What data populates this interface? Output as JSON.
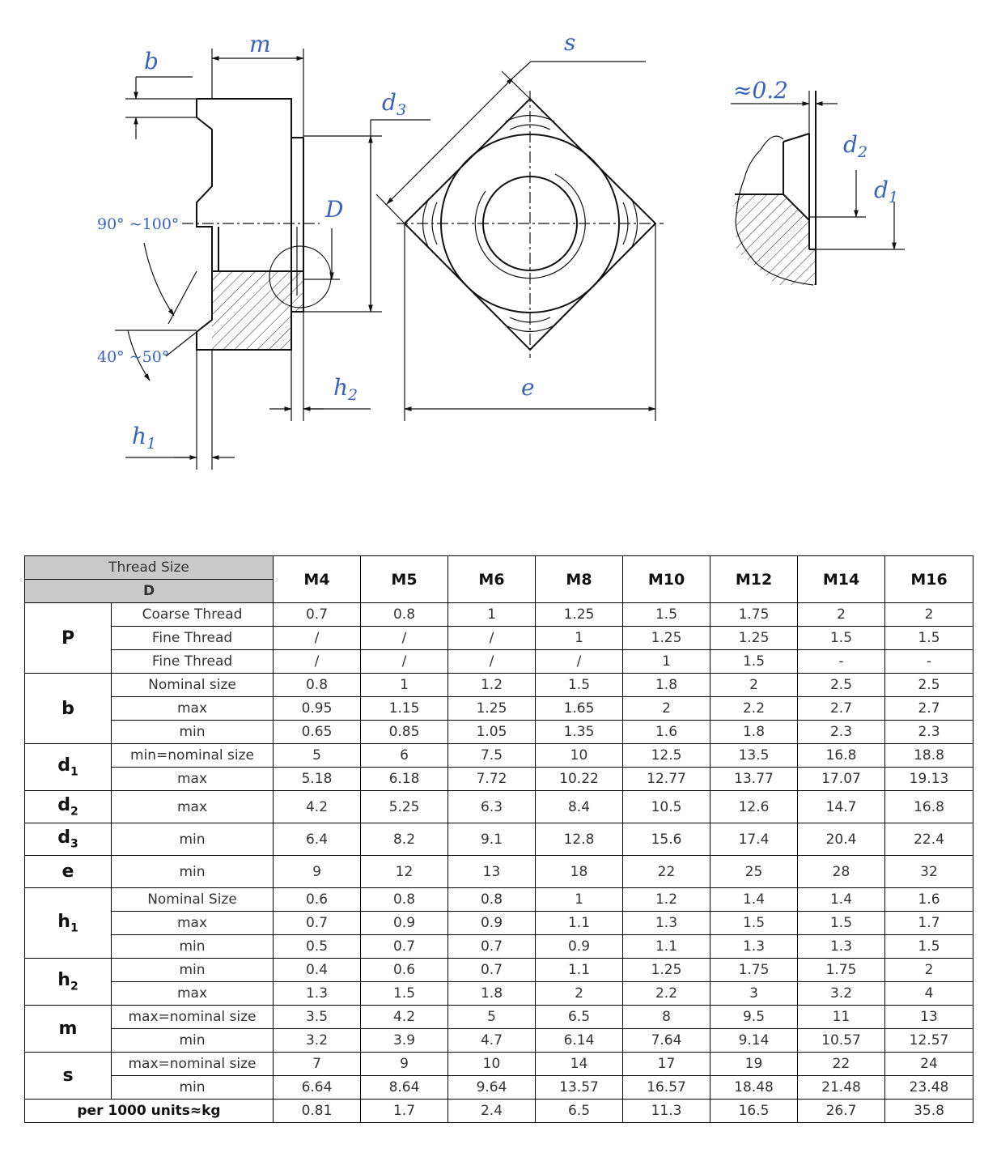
{
  "drawing": {
    "labels": {
      "m": "m",
      "b": "b",
      "s": "s",
      "d3": "d",
      "d3_sub": "3",
      "D": "D",
      "angle_top": "90° ~100°",
      "angle_bottom": "40° ~50°",
      "h2": "h",
      "h2_sub": "2",
      "h1": "h",
      "h1_sub": "1",
      "e": "e",
      "approx": "≈0.2",
      "d2": "d",
      "d2_sub": "2",
      "d1": "d",
      "d1_sub": "1"
    }
  },
  "table": {
    "header": {
      "thread_size": "Thread Size",
      "d": "D",
      "sizes": [
        "M4",
        "M5",
        "M6",
        "M8",
        "M10",
        "M12",
        "M14",
        "M16"
      ]
    },
    "groups": [
      {
        "param": "P",
        "param_sub": "",
        "rows": [
          {
            "label": "Coarse Thread",
            "values": [
              "0.7",
              "0.8",
              "1",
              "1.25",
              "1.5",
              "1.75",
              "2",
              "2"
            ]
          },
          {
            "label": "Fine Thread",
            "values": [
              "/",
              "/",
              "/",
              "1",
              "1.25",
              "1.25",
              "1.5",
              "1.5"
            ]
          },
          {
            "label": "Fine Thread",
            "values": [
              "/",
              "/",
              "/",
              "/",
              "1",
              "1.5",
              "-",
              "-"
            ]
          }
        ]
      },
      {
        "param": "b",
        "param_sub": "",
        "rows": [
          {
            "label": "Nominal size",
            "values": [
              "0.8",
              "1",
              "1.2",
              "1.5",
              "1.8",
              "2",
              "2.5",
              "2.5"
            ]
          },
          {
            "label": "max",
            "values": [
              "0.95",
              "1.15",
              "1.25",
              "1.65",
              "2",
              "2.2",
              "2.7",
              "2.7"
            ]
          },
          {
            "label": "min",
            "values": [
              "0.65",
              "0.85",
              "1.05",
              "1.35",
              "1.6",
              "1.8",
              "2.3",
              "2.3"
            ]
          }
        ]
      },
      {
        "param": "d",
        "param_sub": "1",
        "rows": [
          {
            "label": "min=nominal size",
            "values": [
              "5",
              "6",
              "7.5",
              "10",
              "12.5",
              "13.5",
              "16.8",
              "18.8"
            ]
          },
          {
            "label": "max",
            "values": [
              "5.18",
              "6.18",
              "7.72",
              "10.22",
              "12.77",
              "13.77",
              "17.07",
              "19.13"
            ]
          }
        ]
      },
      {
        "param": "d",
        "param_sub": "2",
        "rows": [
          {
            "label": "max",
            "values": [
              "4.2",
              "5.25",
              "6.3",
              "8.4",
              "10.5",
              "12.6",
              "14.7",
              "16.8"
            ]
          }
        ]
      },
      {
        "param": "d",
        "param_sub": "3",
        "rows": [
          {
            "label": "min",
            "values": [
              "6.4",
              "8.2",
              "9.1",
              "12.8",
              "15.6",
              "17.4",
              "20.4",
              "22.4"
            ]
          }
        ]
      },
      {
        "param": "e",
        "param_sub": "",
        "rows": [
          {
            "label": "min",
            "values": [
              "9",
              "12",
              "13",
              "18",
              "22",
              "25",
              "28",
              "32"
            ]
          }
        ]
      },
      {
        "param": "h",
        "param_sub": "1",
        "rows": [
          {
            "label": "Nominal Size",
            "values": [
              "0.6",
              "0.8",
              "0.8",
              "1",
              "1.2",
              "1.4",
              "1.4",
              "1.6"
            ]
          },
          {
            "label": "max",
            "values": [
              "0.7",
              "0.9",
              "0.9",
              "1.1",
              "1.3",
              "1.5",
              "1.5",
              "1.7"
            ]
          },
          {
            "label": "min",
            "values": [
              "0.5",
              "0.7",
              "0.7",
              "0.9",
              "1.1",
              "1.3",
              "1.3",
              "1.5"
            ]
          }
        ]
      },
      {
        "param": "h",
        "param_sub": "2",
        "rows": [
          {
            "label": "min",
            "values": [
              "0.4",
              "0.6",
              "0.7",
              "1.1",
              "1.25",
              "1.75",
              "1.75",
              "2"
            ]
          },
          {
            "label": "max",
            "values": [
              "1.3",
              "1.5",
              "1.8",
              "2",
              "2.2",
              "3",
              "3.2",
              "4"
            ]
          }
        ]
      },
      {
        "param": "m",
        "param_sub": "",
        "rows": [
          {
            "label": "max=nominal size",
            "values": [
              "3.5",
              "4.2",
              "5",
              "6.5",
              "8",
              "9.5",
              "11",
              "13"
            ]
          },
          {
            "label": "min",
            "values": [
              "3.2",
              "3.9",
              "4.7",
              "6.14",
              "7.64",
              "9.14",
              "10.57",
              "12.57"
            ]
          }
        ]
      },
      {
        "param": "s",
        "param_sub": "",
        "rows": [
          {
            "label": "max=nominal size",
            "values": [
              "7",
              "9",
              "10",
              "14",
              "17",
              "19",
              "22",
              "24"
            ]
          },
          {
            "label": "min",
            "values": [
              "6.64",
              "8.64",
              "9.64",
              "13.57",
              "16.57",
              "18.48",
              "21.48",
              "23.48"
            ]
          }
        ]
      }
    ],
    "weight": {
      "label": "per 1000 units≈kg",
      "values": [
        "0.81",
        "1.7",
        "2.4",
        "6.5",
        "11.3",
        "16.5",
        "26.7",
        "35.8"
      ]
    }
  }
}
